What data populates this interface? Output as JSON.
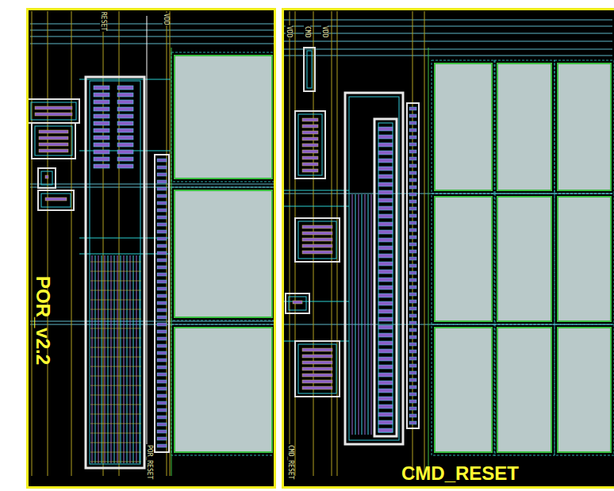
{
  "diagram": {
    "nodes": [
      {
        "text": [
          "POR_v2.2"
        ]
      },
      {
        "text": [
          "CMD_RESET"
        ]
      }
    ],
    "labels": [
      "RESET",
      "VDD",
      "VDD",
      "CMD",
      "VDD",
      "POR_RESET",
      "CMD_RESET"
    ]
  }
}
